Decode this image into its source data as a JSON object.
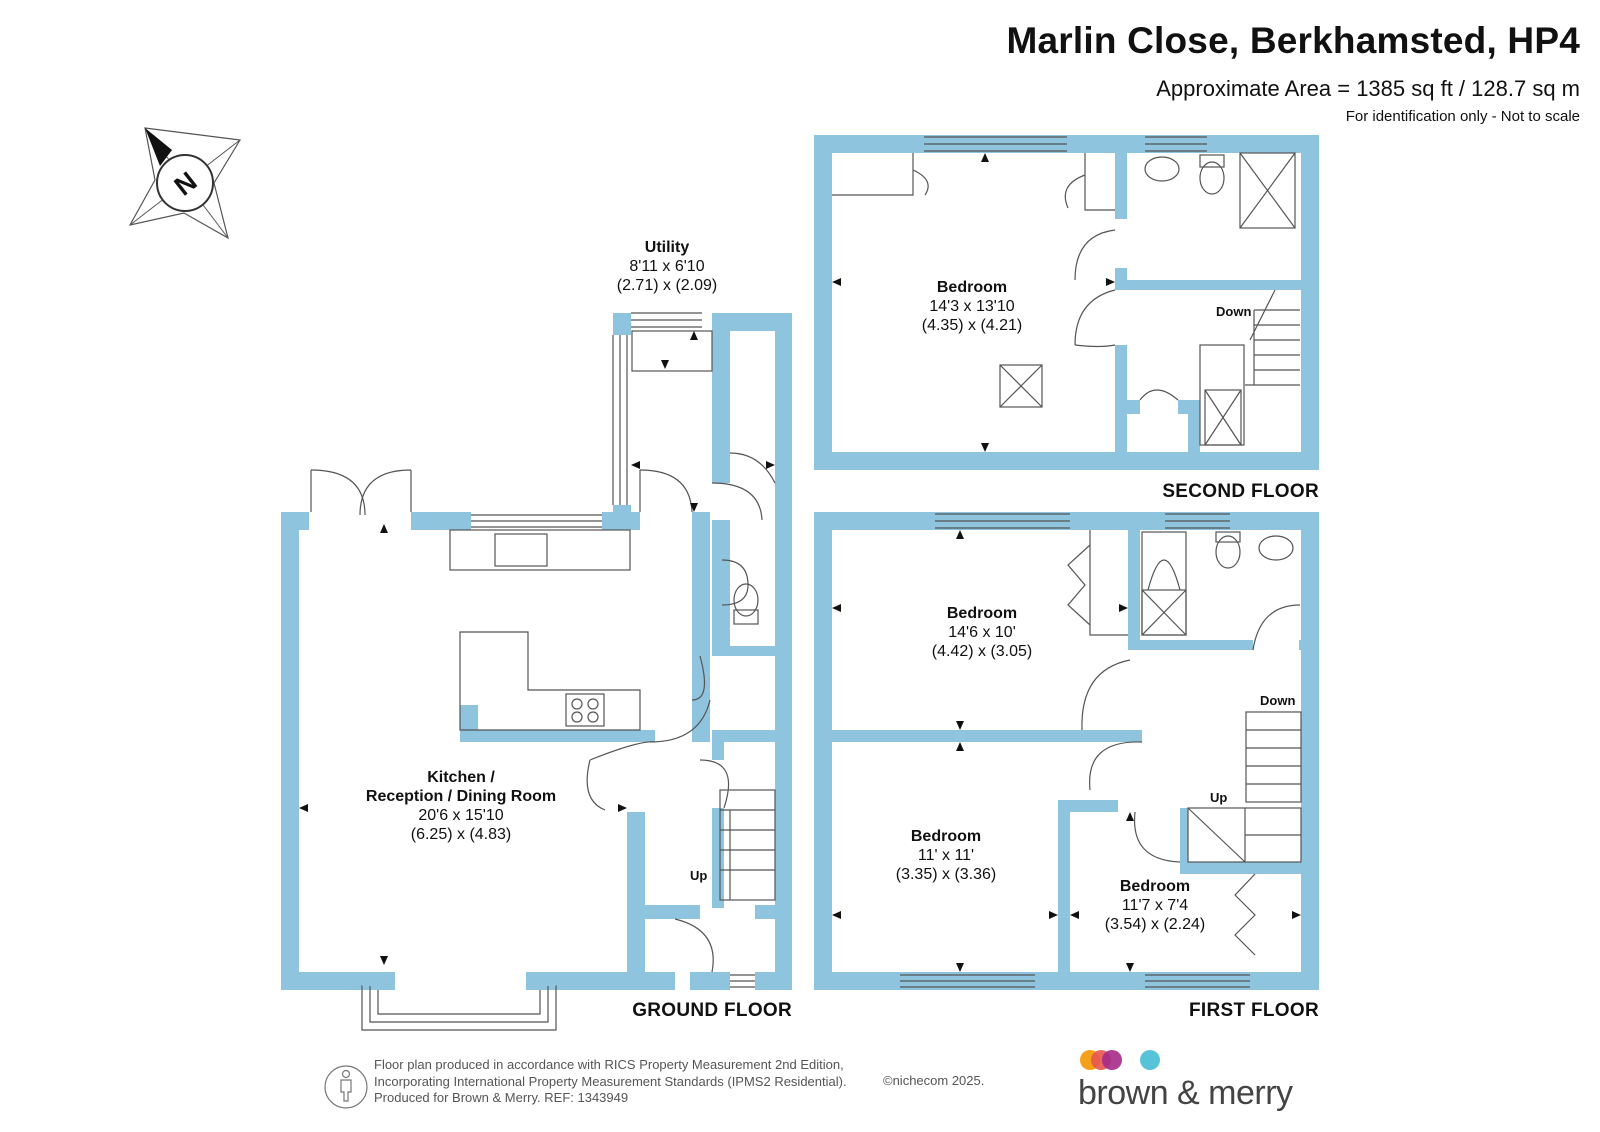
{
  "header": {
    "title": "Marlin Close, Berkhamsted, HP4",
    "area": "Approximate Area = 1385 sq ft / 128.7 sq m",
    "note": "For identification only - Not to scale"
  },
  "colors": {
    "wall": "#8ec4dd",
    "line": "#555555",
    "brand_dots": [
      "#f4a11a",
      "#e8564e",
      "#a52a8a",
      "#57c3d6"
    ]
  },
  "compass": {
    "label": "N",
    "icon": "compass-north-icon"
  },
  "floors": {
    "ground": "GROUND FLOOR",
    "first": "FIRST FLOOR",
    "second": "SECOND FLOOR"
  },
  "rooms": {
    "utility": {
      "name": "Utility",
      "imperial": "8'11 x 6'10",
      "metric": "(2.71) x (2.09)"
    },
    "kitchen": {
      "name_1": "Kitchen /",
      "name_2": "Reception / Dining Room",
      "imperial": "20'6 x 15'10",
      "metric": "(6.25) x (4.83)"
    },
    "second_bedroom": {
      "name": "Bedroom",
      "imperial": "14'3 x 13'10",
      "metric": "(4.35) x (4.21)"
    },
    "first_bedroom_1": {
      "name": "Bedroom",
      "imperial": "14'6 x 10'",
      "metric": "(4.42) x (3.05)"
    },
    "first_bedroom_2": {
      "name": "Bedroom",
      "imperial": "11' x 11'",
      "metric": "(3.35) x (3.36)"
    },
    "first_bedroom_3": {
      "name": "Bedroom",
      "imperial": "11'7 x 7'4",
      "metric": "(3.54) x (2.24)"
    }
  },
  "stairs": {
    "ground_up": "Up",
    "first_down": "Down",
    "first_up": "Up",
    "second_down": "Down"
  },
  "footer": {
    "line1": "Floor plan produced in accordance with RICS Property Measurement 2nd Edition,",
    "line2": "Incorporating International Property Measurement Standards (IPMS2 Residential).",
    "line3": "Produced for Brown & Merry.   REF: 1343949",
    "copyright": "©nichecom 2025.",
    "icon": "person-icon"
  },
  "brand": {
    "name": "brown & merry",
    "icon": "brand-dots-icon"
  }
}
